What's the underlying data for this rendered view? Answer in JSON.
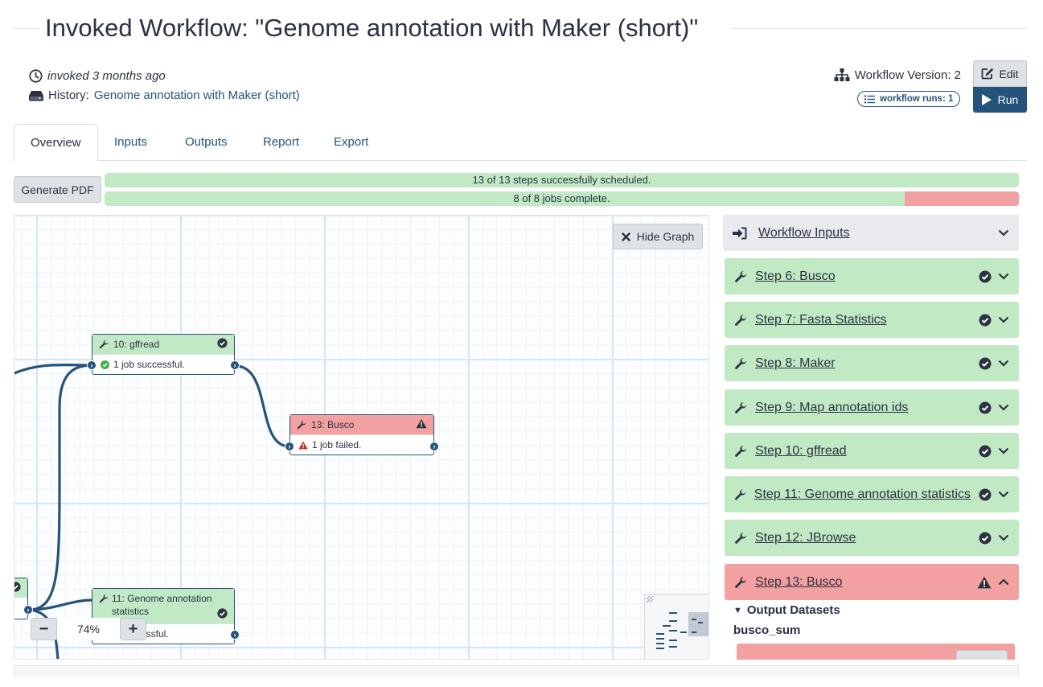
{
  "header": {
    "title": "Invoked Workflow: \"Genome annotation with Maker (short)\"",
    "invoked_text": "invoked 3 months ago",
    "history_label": "History:",
    "history_link": "Genome annotation with Maker (short)",
    "workflow_version": "Workflow Version: 2",
    "workflow_runs": "workflow runs: 1",
    "edit_label": "Edit",
    "run_label": "Run"
  },
  "tabs": [
    {
      "label": "Overview",
      "active": true
    },
    {
      "label": "Inputs"
    },
    {
      "label": "Outputs"
    },
    {
      "label": "Report"
    },
    {
      "label": "Export"
    }
  ],
  "progress": {
    "pdf_button": "Generate PDF",
    "scheduled_text": "13 of 13 steps successfully scheduled.",
    "scheduled_fraction": 1.0,
    "jobs_text": "8 of 8 jobs complete.",
    "jobs_ok_fraction": 0.875,
    "jobs_failed_fraction": 0.125
  },
  "graph": {
    "hide_button": "Hide Graph",
    "zoom_level": "74%",
    "zoom_minus": "−",
    "zoom_plus": "+",
    "nodes": {
      "gffread": {
        "title": "10: gffread",
        "status": "1 job successful."
      },
      "busco": {
        "title": "13: Busco",
        "status": "1 job failed."
      },
      "stats": {
        "title": "11: Genome annotation statistics",
        "status": "1 job successful.",
        "status_visible": "essful."
      }
    }
  },
  "steps_panel": {
    "inputs_label": "Workflow Inputs",
    "steps": [
      {
        "label": "Step 6: Busco",
        "state": "ok"
      },
      {
        "label": "Step 7: Fasta Statistics",
        "state": "ok"
      },
      {
        "label": "Step 8: Maker",
        "state": "ok"
      },
      {
        "label": "Step 9: Map annotation ids",
        "state": "ok"
      },
      {
        "label": "Step 10: gffread",
        "state": "ok"
      },
      {
        "label": "Step 11: Genome annotation statistics",
        "state": "ok"
      },
      {
        "label": "Step 12: JBrowse",
        "state": "ok"
      },
      {
        "label": "Step 13: Busco",
        "state": "error"
      }
    ],
    "output_datasets_title": "Output Datasets",
    "dataset_name": "busco_sum"
  },
  "colors": {
    "primary": "#25537b",
    "success_bg": "#c1eac4",
    "error_bg": "#f3a0a0",
    "text": "#2c3143"
  }
}
